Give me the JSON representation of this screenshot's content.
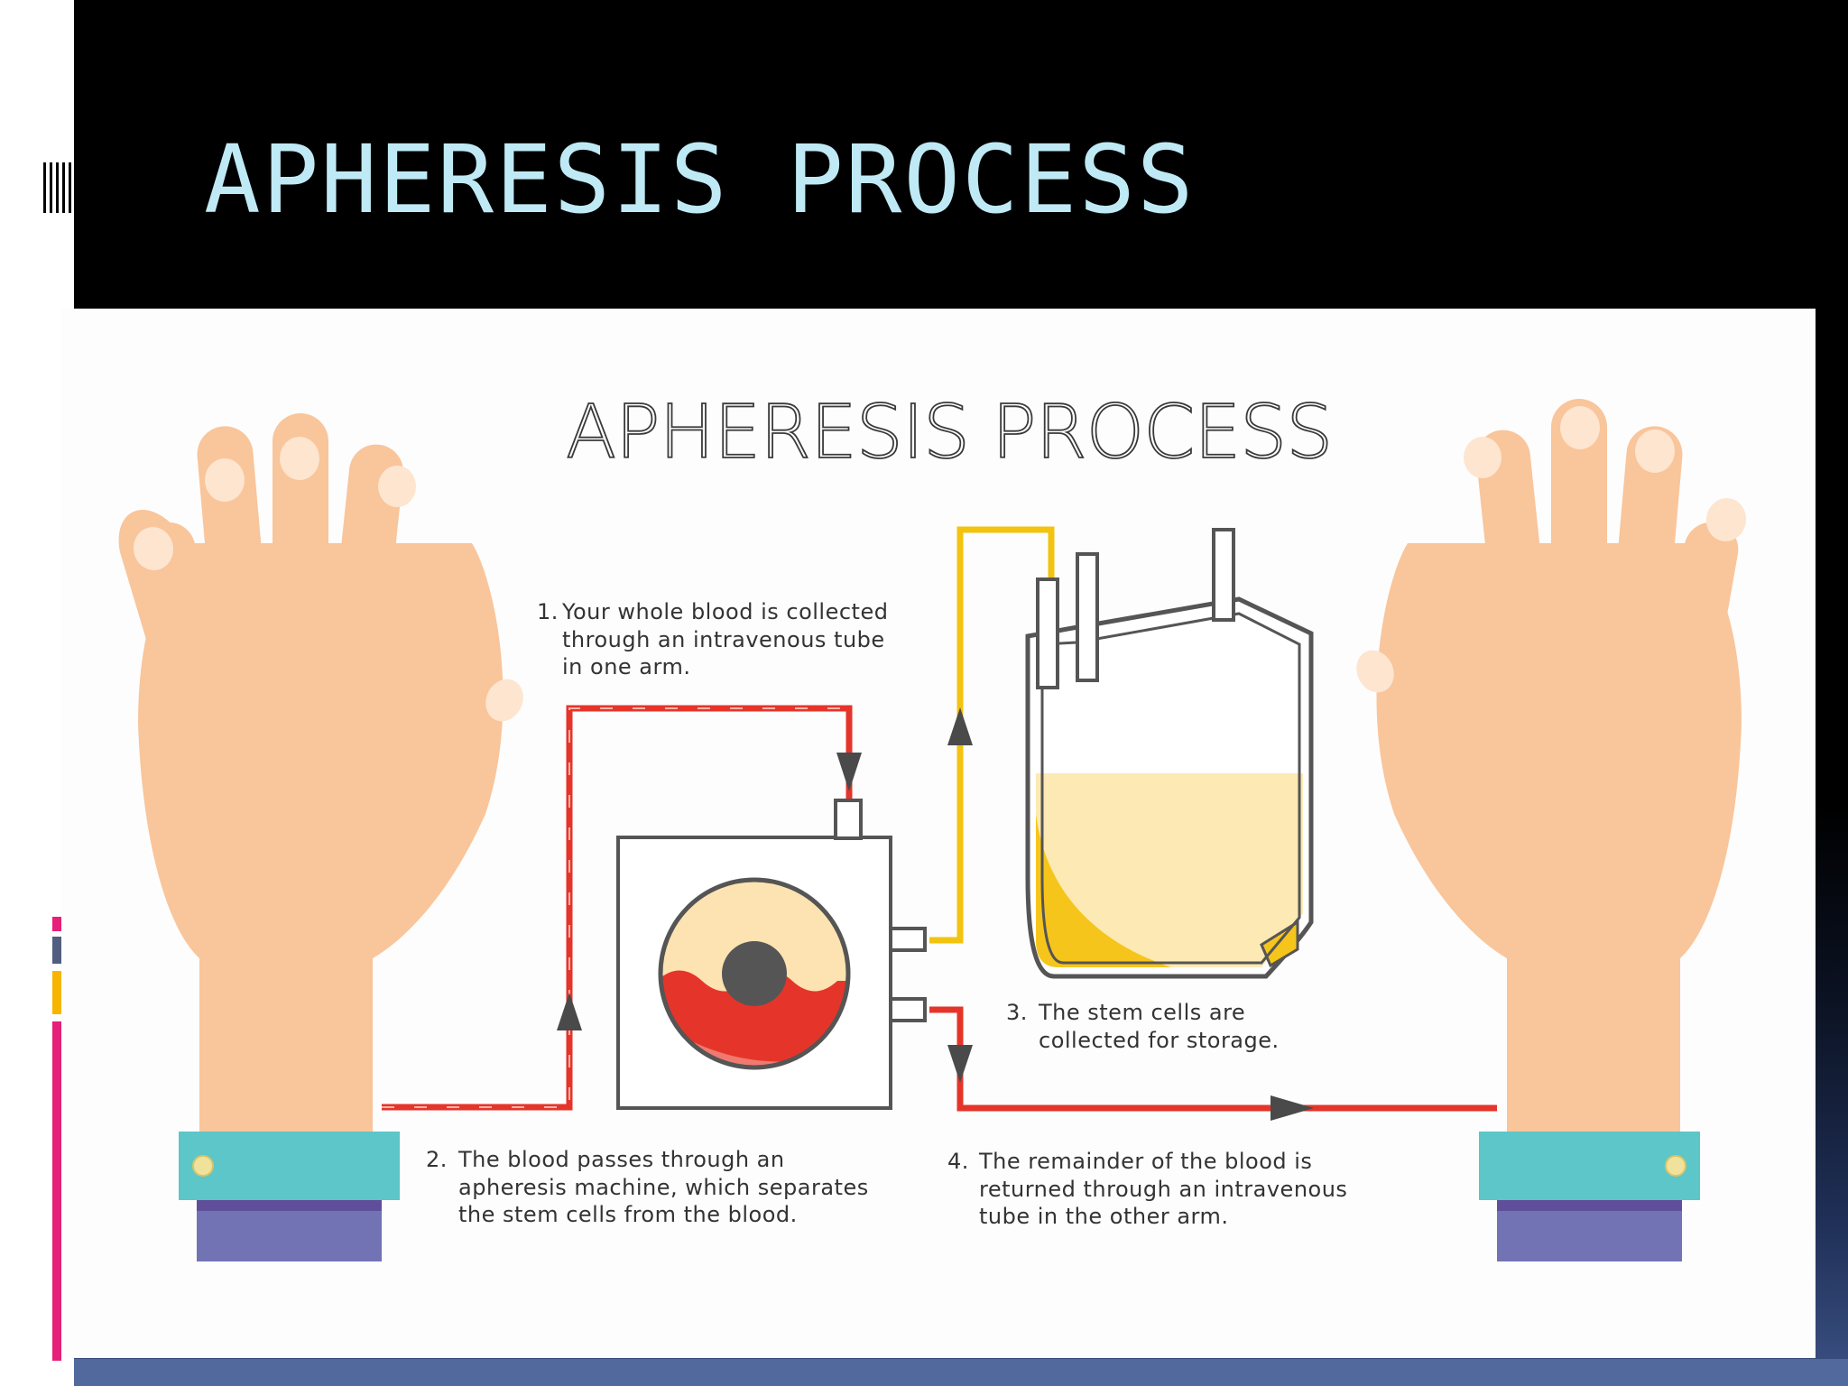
{
  "slide": {
    "title": "APHERESIS PROCESS"
  },
  "diagram": {
    "heading": "APHERESIS PROCESS",
    "steps": [
      {
        "number": "1.",
        "lines": [
          "Your whole blood is collected",
          "through an intravenous tube",
          "in one arm."
        ]
      },
      {
        "number": "2.",
        "lines": [
          "The blood passes through an",
          "apheresis machine, which separates",
          "the stem cells from the blood."
        ]
      },
      {
        "number": "3.",
        "lines": [
          "The stem cells are",
          "collected for storage."
        ]
      },
      {
        "number": "4.",
        "lines": [
          "The remainder of the blood is",
          "returned through an intravenous",
          "tube in the other arm."
        ]
      }
    ]
  },
  "colors": {
    "title_text": "#bfeaf5",
    "skin": "#f9c59b",
    "nail": "#fde5d0",
    "cuff": "#5cc6c8",
    "sleeve": "#7273b5",
    "blood_line": "#e5352a",
    "plasma_line": "#f2c30f",
    "plasma_fill": "#fde9b3",
    "outline": "#555555"
  }
}
